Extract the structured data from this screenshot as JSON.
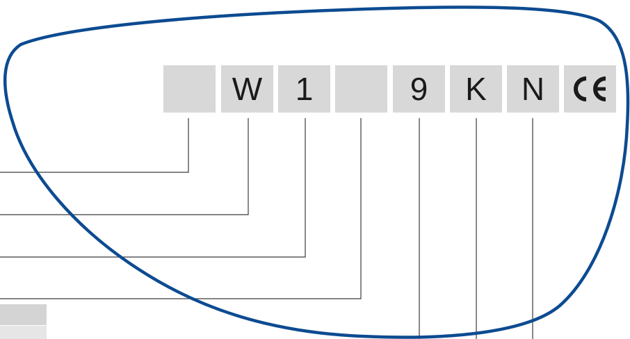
{
  "marking_boxes": [
    {
      "id": "blank-1",
      "text": ""
    },
    {
      "id": "w",
      "text": "W"
    },
    {
      "id": "one",
      "text": "1"
    },
    {
      "id": "blank-2",
      "text": ""
    },
    {
      "id": "nine",
      "text": "9"
    },
    {
      "id": "k",
      "text": "K"
    },
    {
      "id": "n",
      "text": "N"
    },
    {
      "id": "ce",
      "text": "CE"
    }
  ],
  "colors": {
    "lens_outline": "#0d4b91",
    "box_fill": "#d8d8d8",
    "leader_line": "#3a3a3a",
    "text": "#1a1a1a",
    "swatch_dark": "#d4d4d4",
    "swatch_light": "#e6e6e6"
  },
  "icons": {
    "ce": "ce-conformity-mark-icon"
  }
}
